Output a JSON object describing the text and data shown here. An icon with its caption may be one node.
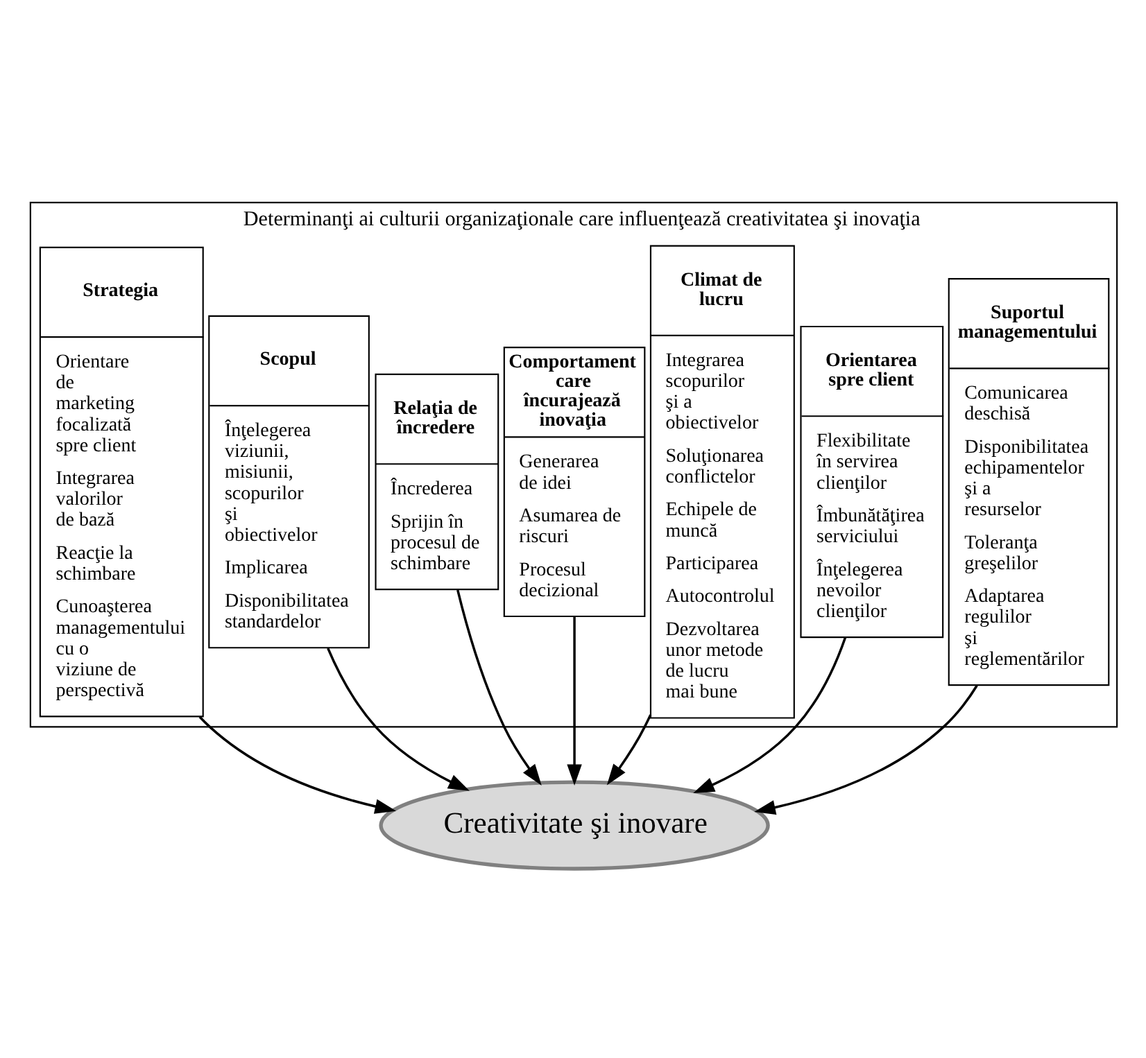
{
  "diagram": {
    "nodes": [
      {
        "text": [
          "Determinanţi ai culturii organizaţionale care influenţează creativitatea şi inovaţia"
        ]
      },
      {
        "text": [
          "Strategia",
          "Orientare de marketing focalizată spre client",
          "Integrarea valorilor de bază",
          "Reacţie la schimbare",
          "Cunoaşterea managementului cu o viziune de perspectivă"
        ],
        "in": 0
      },
      {
        "text": [
          "Scopul",
          "Înţelegerea viziunii, misiunii, scopurilor şi obiectivelor",
          "Implicarea",
          "Disponibilitatea standardelor"
        ],
        "in": 0
      },
      {
        "text": [
          "Relaţia de încredere",
          "Încrederea",
          "Sprijin în procesul de schimbare"
        ],
        "in": 0
      },
      {
        "text": [
          "Comportament care încurajează inovaţia",
          "Generarea de idei",
          "Asumarea de riscuri",
          "Procesul decizional"
        ],
        "in": 0
      },
      {
        "text": [
          "Climat de lucru",
          "Integrarea scopurilor şi a obiectivelor",
          "Soluţionarea conflictelor",
          "Echipele de muncă",
          "Participarea",
          "Autocontrolul",
          "Dezvoltarea unor metode de lucru mai bune"
        ],
        "in": 0
      },
      {
        "text": [
          "Orientarea spre client",
          "Flexibilitate în servirea clienţilor",
          "Îmbunătăţirea serviciului",
          "Înţelegerea nevoilor clienţilor"
        ],
        "in": 0
      },
      {
        "text": [
          "Suportul managementului",
          "Comunicarea deschisă",
          "Disponibilitatea echipamentelor şi a resurselor",
          "Toleranţa greşelilor",
          "Adaptarea regulilor şi reglementărilor"
        ],
        "in": 0
      },
      {
        "text": [
          "Creativitate şi inovare"
        ]
      }
    ],
    "edges": [
      {
        "from": 1,
        "to": 8,
        "arrow": "to"
      },
      {
        "from": 2,
        "to": 8,
        "arrow": "to"
      },
      {
        "from": 3,
        "to": 8,
        "arrow": "to"
      },
      {
        "from": 4,
        "to": 8,
        "arrow": "to"
      },
      {
        "from": 5,
        "to": 8,
        "arrow": "to"
      },
      {
        "from": 6,
        "to": 8,
        "arrow": "to"
      },
      {
        "from": 7,
        "to": 8,
        "arrow": "to"
      }
    ]
  }
}
